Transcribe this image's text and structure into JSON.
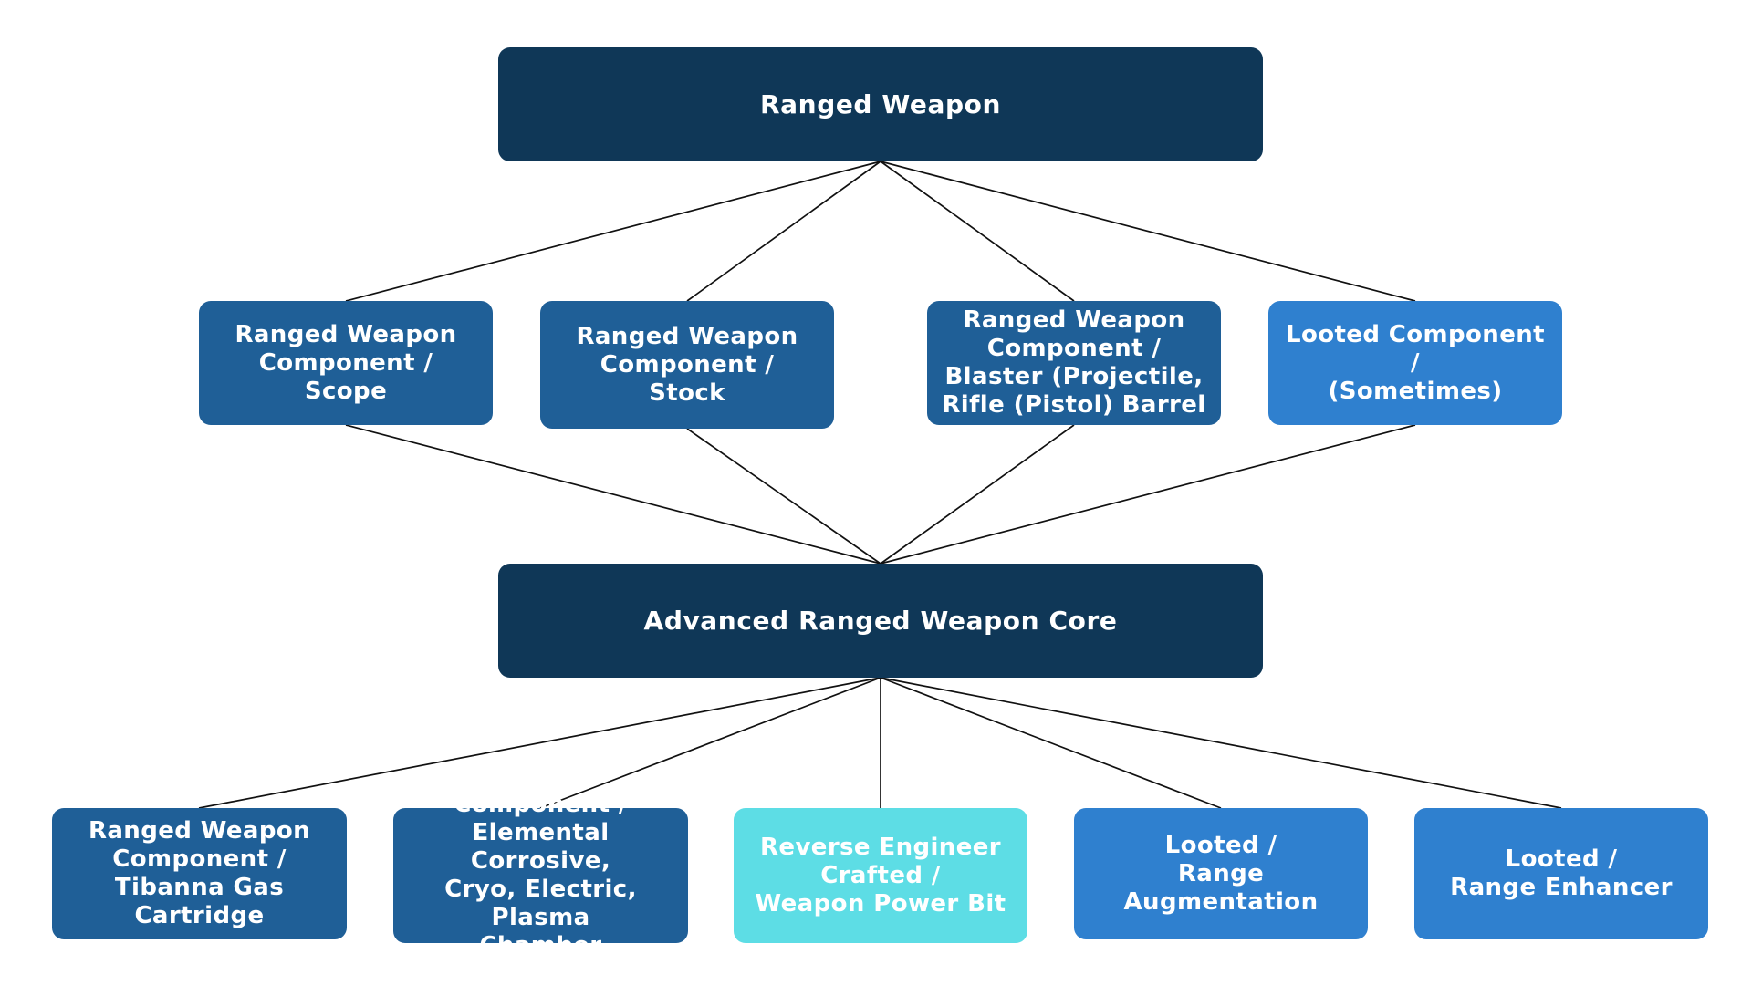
{
  "diagram": {
    "colors": {
      "dark_navy": "#0f3757",
      "medium_blue": "#1f5f97",
      "bright_blue": "#2f80cf",
      "cyan": "#5ddde5",
      "connector": "#111111",
      "text": "#ffffff"
    },
    "root": {
      "label": "Ranged Weapon"
    },
    "components": [
      {
        "label": "Ranged Weapon\nComponent  /\nScope",
        "color": "medium_blue"
      },
      {
        "label": "Ranged Weapon\nComponent /\nStock",
        "color": "medium_blue"
      },
      {
        "label": "Ranged Weapon\nComponent /\nBlaster (Projectile,\nRifle (Pistol) Barrel",
        "color": "medium_blue"
      },
      {
        "label": "Looted Component /\n(Sometimes)",
        "color": "bright_blue"
      }
    ],
    "core": {
      "label": "Advanced Ranged Weapon Core"
    },
    "subcomponents": [
      {
        "label": "Ranged Weapon\nComponent /\nTibanna Gas Cartridge",
        "color": "medium_blue"
      },
      {
        "label": "Component /\nElemental Corrosive,\nCryo, Electric, Plasma\nChamber",
        "color": "medium_blue"
      },
      {
        "label": "Reverse Engineer\nCrafted /\nWeapon Power Bit",
        "color": "cyan"
      },
      {
        "label": "Looted /\nRange Augmentation",
        "color": "bright_blue"
      },
      {
        "label": "Looted /\nRange Enhancer",
        "color": "bright_blue"
      }
    ]
  }
}
